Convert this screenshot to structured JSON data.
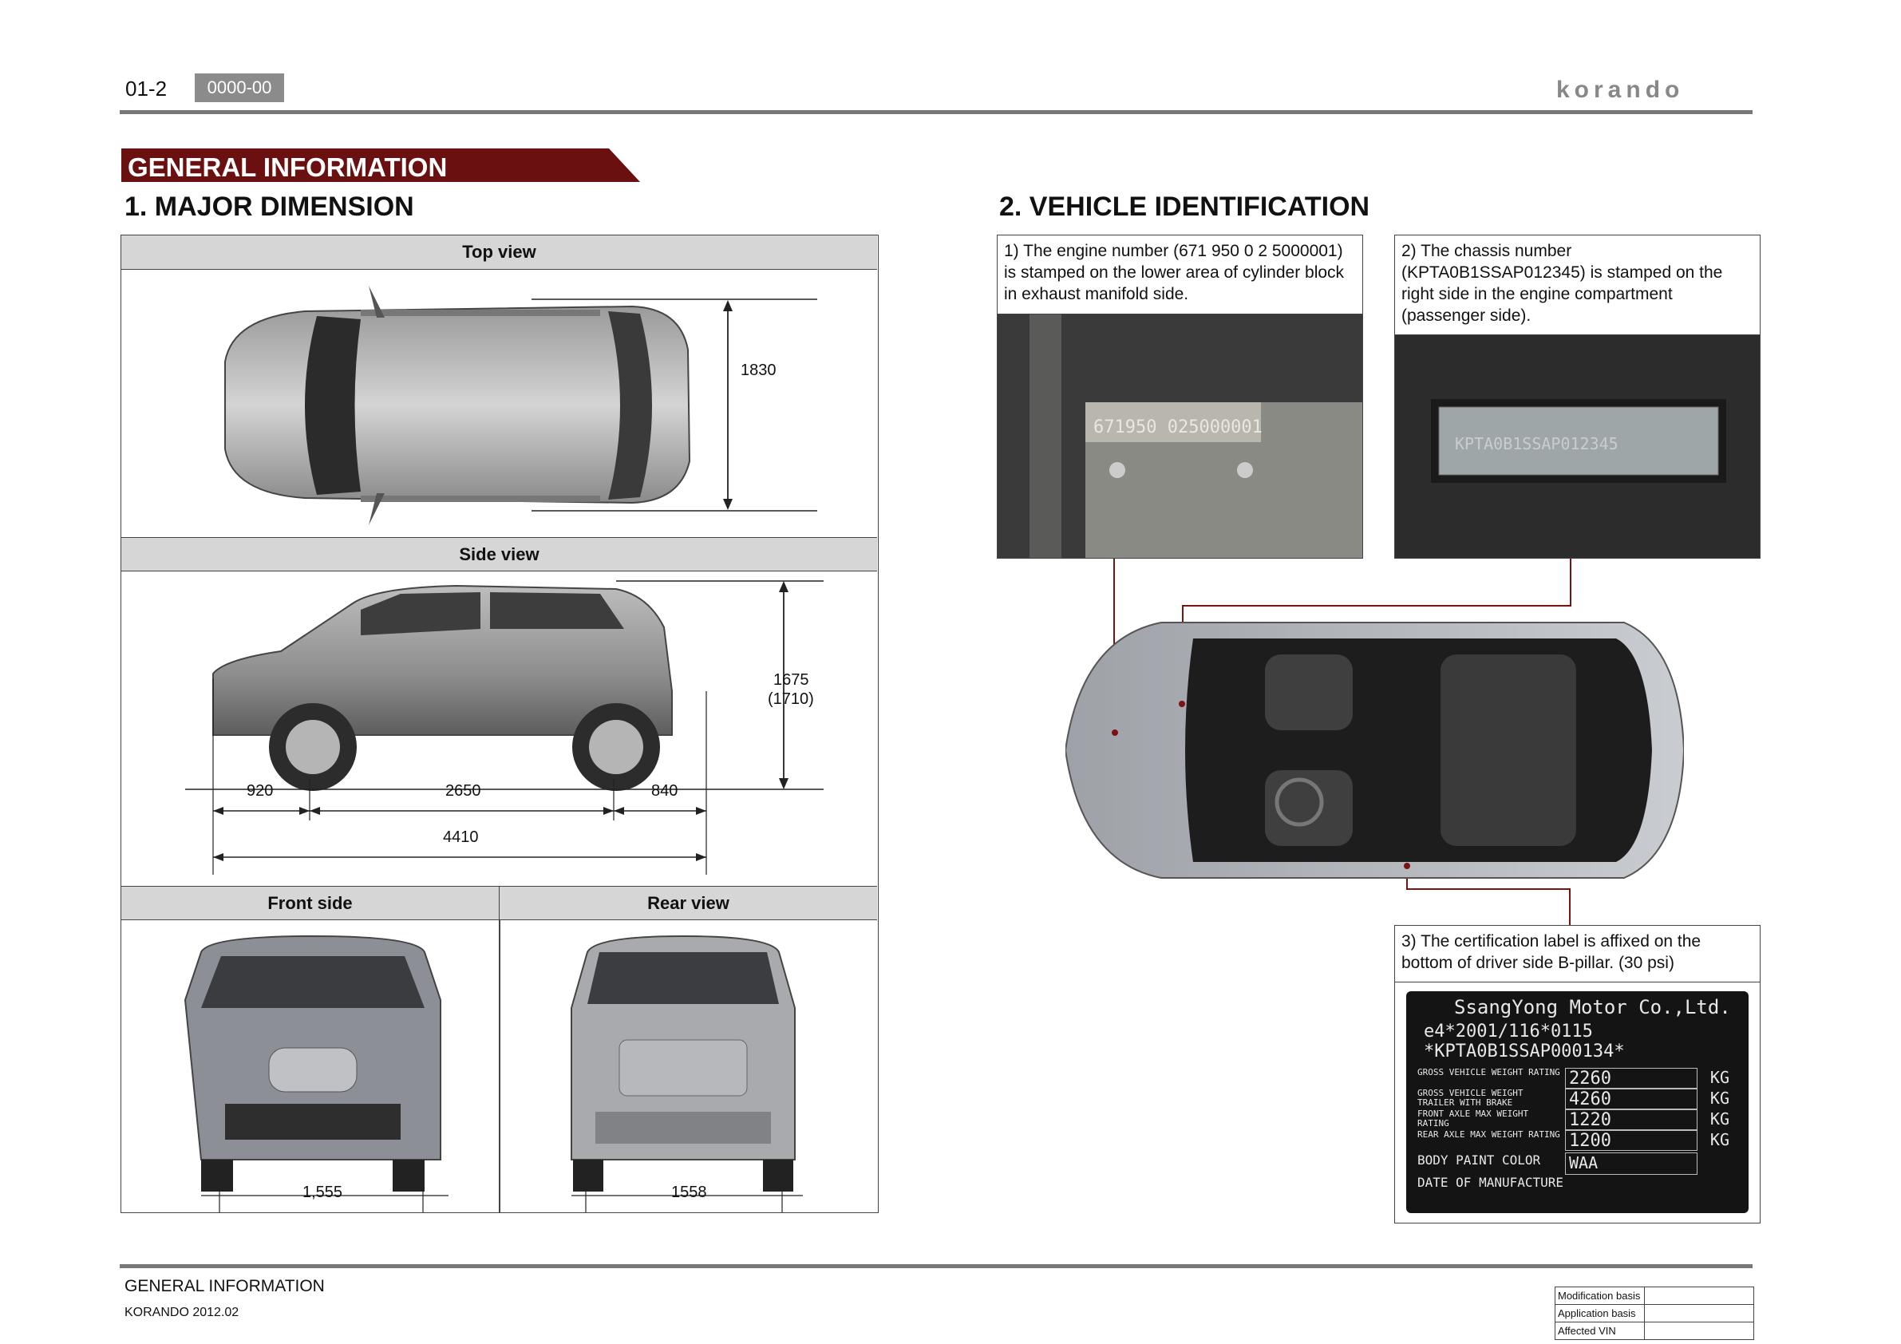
{
  "header": {
    "page_number": "01-2",
    "doc_code": "0000-00",
    "logo_text": "korando"
  },
  "banner": "GENERAL INFORMATION",
  "section1": {
    "title": "1. MAJOR DIMENSION",
    "views": {
      "top": "Top view",
      "side": "Side view",
      "front": "Front side",
      "rear": "Rear view"
    },
    "dimensions": {
      "width": "1830",
      "height": "1675",
      "height_alt": "(1710)",
      "front_overhang": "920",
      "wheelbase": "2650",
      "rear_overhang": "840",
      "length": "4410",
      "front_track": "1,555",
      "rear_track": "1558"
    }
  },
  "section2": {
    "title": "2. VEHICLE IDENTIFICATION",
    "item1": "1) The engine number (671 950 0 2 5000001) is stamped on the lower area of cylinder block in exhaust manifold side.",
    "item2": "2) The chassis number (KPTA0B1SSAP012345) is stamped on the right side in the engine compartment (passenger side).",
    "item3": "3) The certification label is affixed on the bottom of driver side B-pillar. (30 psi)",
    "engine_stamp": "671950 025000001",
    "chassis_stamp": "KPTA0B1SSAP012345",
    "label": {
      "maker": "SsangYong Motor Co.,Ltd.",
      "approval": "e4*2001/116*0115",
      "vin": "*KPTA0B1SSAP000134*",
      "rows": [
        {
          "name": "GROSS VEHICLE WEIGHT RATING",
          "value": "2260",
          "unit": "KG"
        },
        {
          "name": "GROSS VEHICLE WEIGHT TRAILER WITH BRAKE",
          "value": "4260",
          "unit": "KG"
        },
        {
          "name": "FRONT AXLE MAX WEIGHT RATING",
          "value": "1220",
          "unit": "KG"
        },
        {
          "name": "REAR AXLE MAX WEIGHT RATING",
          "value": "1200",
          "unit": "KG"
        }
      ],
      "paint_label": "BODY PAINT COLOR",
      "paint_value": "WAA",
      "date_label": "DATE OF MANUFACTURE"
    }
  },
  "footer": {
    "section": "GENERAL INFORMATION",
    "model": "KORANDO 2012.02",
    "mod_basis": "Modification basis",
    "app_basis": "Application basis",
    "affected_vin": "Affected VIN"
  }
}
